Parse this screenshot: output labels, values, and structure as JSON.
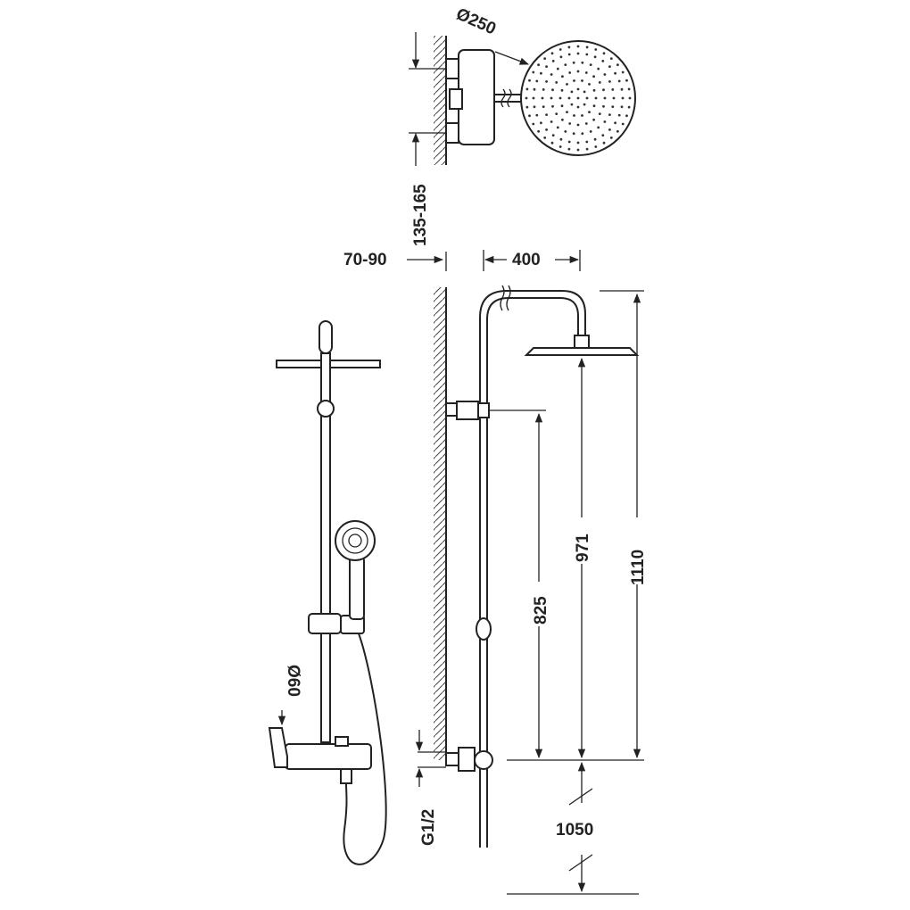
{
  "dimensions": {
    "head_diameter": "Ø250",
    "inlet_spacing": "135-165",
    "wall_offset": "70-90",
    "arm_length": "400",
    "total_height": "1110",
    "head_height": "971",
    "holder_height": "825",
    "mount_height": "1050",
    "thread": "G1/2",
    "tube_diameter": "Ø60"
  }
}
